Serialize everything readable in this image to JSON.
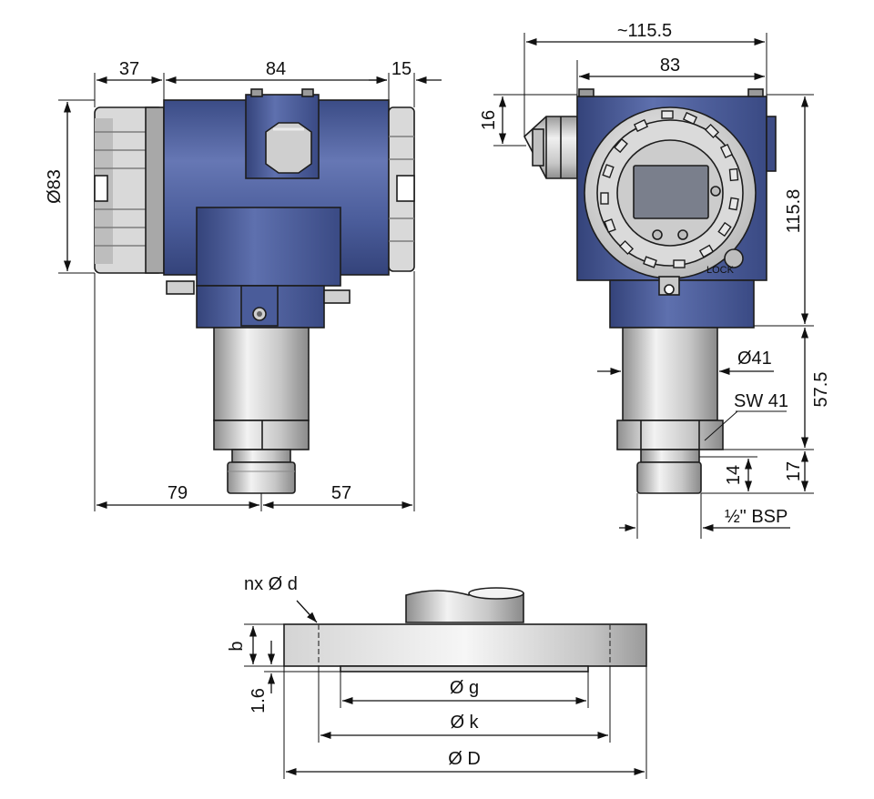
{
  "views": {
    "side": {
      "dims": {
        "cap_depth": "37",
        "housing_length": "84",
        "rear_cap": "15",
        "diameter": "Ø83",
        "left_offset": "79",
        "right_offset": "57"
      }
    },
    "front": {
      "dims": {
        "overall_width": "~115.5",
        "housing_width": "83",
        "gland_offset": "16",
        "housing_height": "115.8",
        "neck_diameter": "Ø41",
        "wrench_size": "SW 41",
        "lower_height": "57.5",
        "thread_length": "14",
        "thread_zone": "17",
        "thread_spec": "½\" BSP"
      },
      "lock_label": "LOCK"
    },
    "flange": {
      "dims": {
        "bolt_holes": "nx Ø d",
        "thickness": "b",
        "raised_face": "1.6",
        "face_diameter": "Ø g",
        "bolt_circle": "Ø k",
        "outer_diameter": "Ø D"
      }
    }
  },
  "colors": {
    "housing_blue": "#4a5c9a",
    "metal_gray": "#c9c9c9",
    "cap_gray": "#d8d8d8"
  }
}
